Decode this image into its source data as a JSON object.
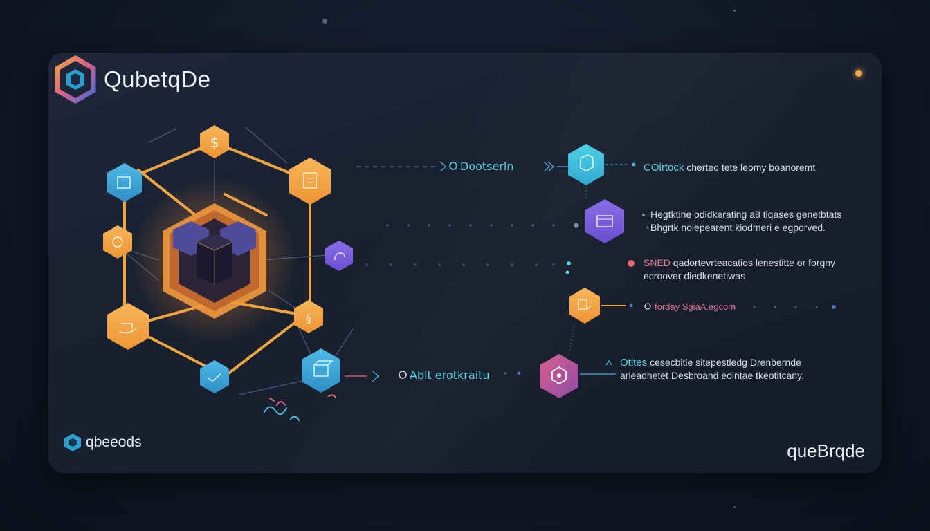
{
  "header": {
    "brand": "QubetqDe"
  },
  "footer": {
    "left_brand": "qbeeods",
    "right_brand": "queBrqde"
  },
  "colors": {
    "orange": "#f2a545",
    "cyan": "#3fb3d6",
    "blue": "#3c8fc9",
    "purple": "#7a5cd6",
    "pink": "#c25a8a",
    "status_dot": "#f2a94a"
  },
  "diagram": {
    "central_node": "cube-cluster",
    "ring_nodes": [
      {
        "id": "top",
        "color": "orange",
        "glyph": "$"
      },
      {
        "id": "upper-left",
        "color": "blue",
        "glyph": "cube"
      },
      {
        "id": "upper-right",
        "color": "orange",
        "glyph": "document"
      },
      {
        "id": "mid-left",
        "color": "orange",
        "glyph": "link"
      },
      {
        "id": "mid-right",
        "color": "purple",
        "glyph": "hook"
      },
      {
        "id": "lower-left",
        "color": "orange",
        "glyph": "hand"
      },
      {
        "id": "lower-right",
        "color": "orange",
        "glyph": "swap"
      },
      {
        "id": "bottom",
        "color": "blue",
        "glyph": "check"
      },
      {
        "id": "output",
        "color": "blue",
        "glyph": "box"
      }
    ],
    "flow_labels": {
      "top": "Dootserln",
      "bottom": "Ablt erotkraitu"
    },
    "right_nodes": [
      {
        "color": "cyan",
        "glyph": "cube",
        "title": "COirtock",
        "text": "cherteo tete leomy boanoremt",
        "lines": []
      },
      {
        "color": "purple",
        "glyph": "folder",
        "title": "",
        "text": "",
        "lines": [
          "Hegtktine odidkerating a8 tiqases genetbtats",
          "Bhgrtk noiepearent kiodmeri e egporved."
        ]
      },
      {
        "color": "none",
        "glyph": "dot",
        "title": "SNED",
        "text": "qadortevrteacatios lenestitte or forgny",
        "lines": [
          "ecroover diedkenetiwas"
        ]
      },
      {
        "color": "orange",
        "glyph": "chart",
        "title": "",
        "text": "forday SgiaA.egcom",
        "lines": []
      },
      {
        "color": "pink",
        "glyph": "badge",
        "title": "Otites",
        "text": "cesecbitie sitepestledg Drenbernde",
        "lines": [
          "arleadhetet Desbroand eolntae tkeotitcany."
        ]
      }
    ]
  }
}
